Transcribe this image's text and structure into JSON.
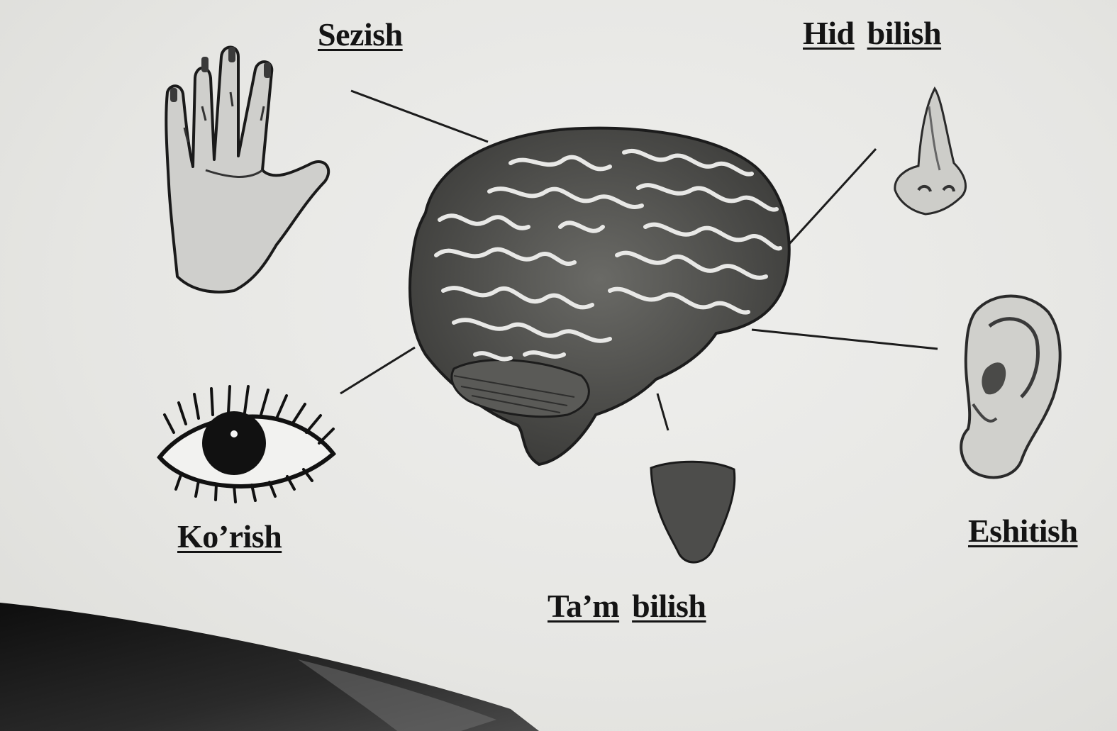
{
  "labels": {
    "touch": "Sezish",
    "smell_word1": "Hid",
    "smell_word2": "bilish",
    "sight": "Ko’rish",
    "hearing": "Eshitish",
    "taste_word1": "Ta’m",
    "taste_word2": "bilish"
  },
  "colors": {
    "ink": "#141414",
    "paper": "#e9e9e7",
    "brain_fill": "#4a4a48",
    "corner_shadow": "#1a1a1a"
  },
  "icons": [
    "hand-icon",
    "nose-icon",
    "eye-icon",
    "ear-icon",
    "tongue-icon",
    "brain-icon"
  ]
}
